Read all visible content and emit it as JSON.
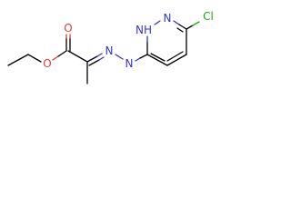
{
  "molecule": {
    "atoms": {
      "carbonyl_o": "O",
      "ester_o": "O",
      "azo_n1": "N",
      "azo_n2": "N",
      "ring_nh": "NH",
      "ring_n": "N",
      "chlorine": "Cl"
    },
    "colors": {
      "bond": "#000000",
      "oxygen": "#e03a3a",
      "nitrogen": "#3333cc",
      "chlorine": "#1fa51f"
    }
  }
}
